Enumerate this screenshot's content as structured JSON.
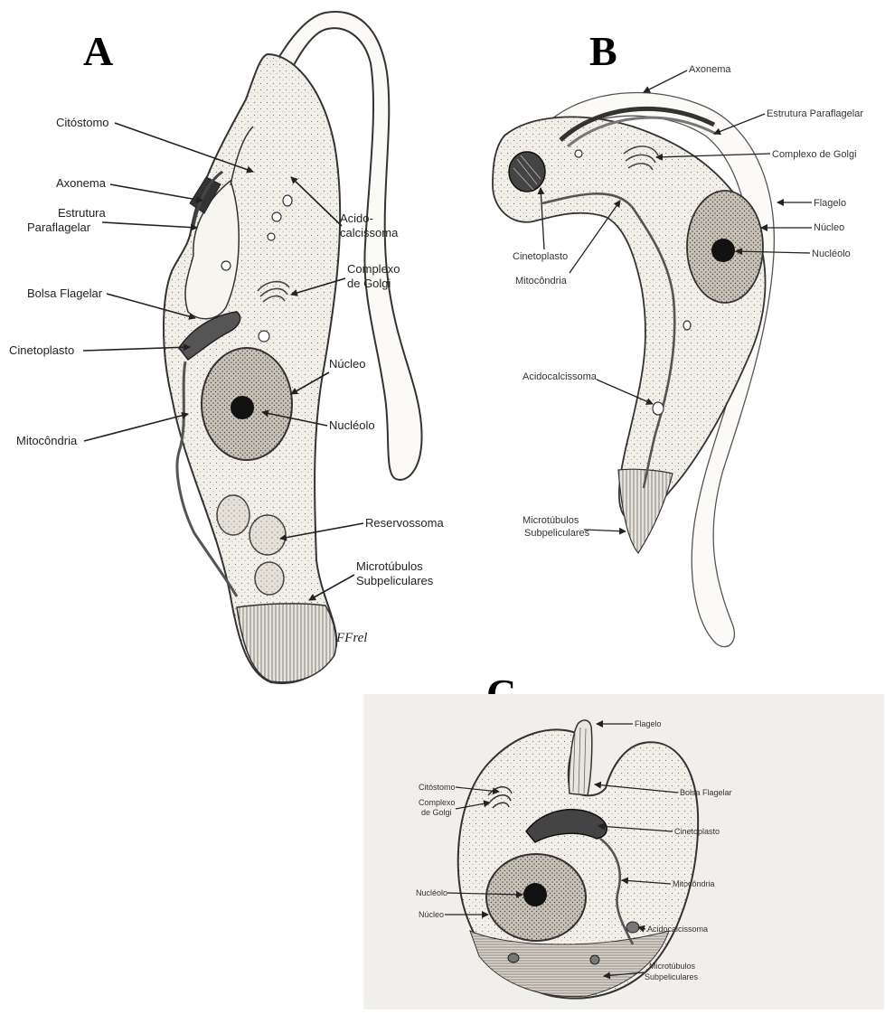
{
  "panels": {
    "a": {
      "letter": "A",
      "labels": {
        "citostomo": "Citóstomo",
        "axonema": "Axonema",
        "estrutura_1": "Estrutura",
        "estrutura_2": "Paraflagelar",
        "bolsa": "Bolsa Flagelar",
        "cinetoplasto": "Cinetoplasto",
        "mitocondria": "Mitocôndria",
        "acido_1": "Acido-",
        "acido_2": "calcissoma",
        "golgi_1": "Complexo",
        "golgi_2": "de Golgi",
        "nucleo": "Núcleo",
        "nucleolo": "Nucléolo",
        "reservossoma": "Reservossoma",
        "micro_1": "Microtúbulos",
        "micro_2": "Subpeliculares"
      },
      "signature": "FFrel"
    },
    "b": {
      "letter": "B",
      "labels": {
        "axonema": "Axonema",
        "estrutura": "Estrutura Paraflagelar",
        "golgi": "Complexo de Golgi",
        "flagelo": "Flagelo",
        "nucleo": "Núcleo",
        "nucleolo": "Nucléolo",
        "cinetoplasto": "Cinetoplasto",
        "mitocondria": "Mitocôndria",
        "acidocalcissoma": "Acidocalcissoma",
        "micro_1": "Microtúbulos",
        "micro_2": "Subpeliculares"
      }
    },
    "c": {
      "letter": "C",
      "labels": {
        "flagelo": "Flagelo",
        "citostomo": "Citóstomo",
        "golgi_1": "Complexo",
        "golgi_2": "de Golgi",
        "bolsa": "Bolsa Flagelar",
        "cinetoplasto": "Cinetoplasto",
        "mitocondria": "Mitocôndria",
        "nucleolo": "Nucléolo",
        "nucleo": "Núcleo",
        "acidocalcissoma": "Acidocalcissoma",
        "micro_1": "Microtúbulos",
        "micro_2": "Subpeliculares"
      }
    }
  }
}
